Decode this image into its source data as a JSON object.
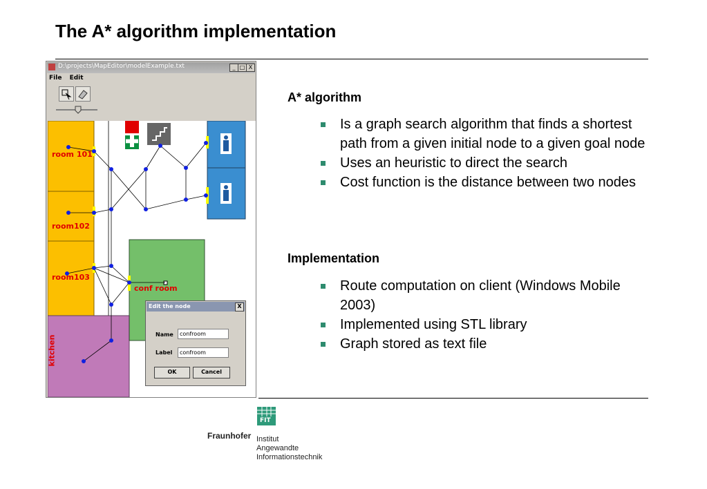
{
  "slide": {
    "title": "The A* algorithm implementation"
  },
  "app": {
    "window_title": "D:\\projects\\MapEditor\\modelExample.txt",
    "menu": [
      "File",
      "Edit"
    ],
    "min_btn": "_",
    "max_btn": "□",
    "close_btn": "X",
    "rooms": {
      "room101": "room 101",
      "room102": "room102",
      "room103": "room103",
      "conf": "conf room",
      "kitchen": "kitchen"
    },
    "dialog": {
      "title": "Edit the node",
      "close": "X",
      "name_label": "Name",
      "name_value": "confroom",
      "label_label": "Label",
      "label_value": "confroom",
      "ok": "OK",
      "cancel": "Cancel"
    },
    "colors": {
      "room": "#fcbf00",
      "kitchen": "#c07ab8",
      "conf": "#74bf6a",
      "toilet": "#3a8ed0",
      "node": "#1020e0",
      "door": "#ffff00"
    }
  },
  "content": {
    "heading1": "A* algorithm",
    "bullets1": [
      "Is a graph search algorithm that finds a shortest path from a given initial node to a given goal node",
      "Uses an heuristic to direct the search",
      "Cost function is the distance between two nodes"
    ],
    "heading2": "Implementation",
    "bullets2": [
      "Route computation on client (Windows Mobile 2003)",
      "Implemented using STL library",
      "Graph stored as text file"
    ]
  },
  "logo": {
    "badge": "FIT",
    "org": "Fraunhofer",
    "institute": "Institut\nAngewandte\nInformationstechnik"
  }
}
